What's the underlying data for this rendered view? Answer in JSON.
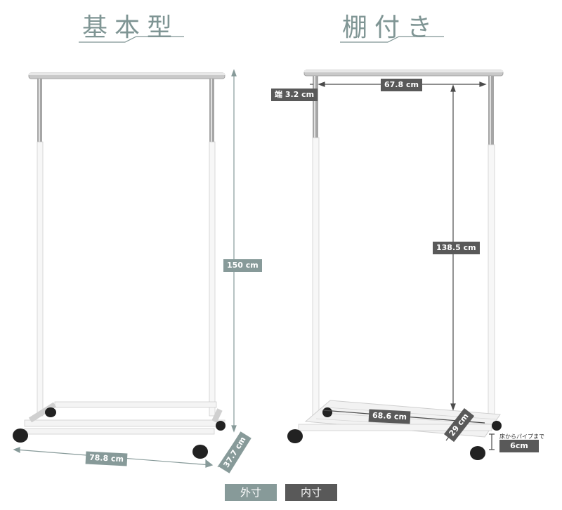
{
  "titles": {
    "left": "基本型",
    "right": "棚付き"
  },
  "left_dims": {
    "height": "150 cm",
    "width": "78.8 cm",
    "depth": "37.7 cm"
  },
  "right_dims": {
    "end": "端 3.2 cm",
    "inner_width": "67.8 cm",
    "inner_height": "138.5 cm",
    "shelf_width": "68.6 cm",
    "shelf_depth": "29 cm",
    "floor_note": "床からパイプまで",
    "floor_gap": "6cm"
  },
  "legend": {
    "outer": "外寸",
    "inner": "内寸"
  },
  "colors": {
    "outer": "#879a99",
    "inner": "#595959",
    "title": "#7f9594"
  }
}
